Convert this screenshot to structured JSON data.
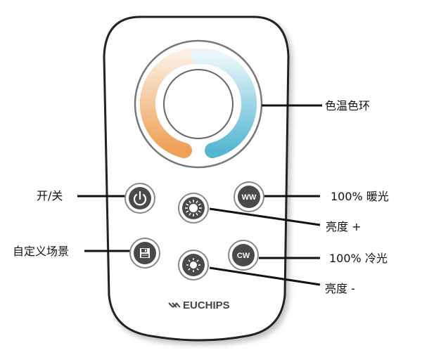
{
  "labels": {
    "color_ring": "色温色环",
    "power": "开/关",
    "warm": "100% 暖光",
    "brightness_up": "亮度 +",
    "custom_scene": "自定义场景",
    "cool": "100% 冷光",
    "brightness_down": "亮度 -"
  },
  "buttons": {
    "ww": "WW",
    "cw": "CW"
  },
  "brand": "EUCHIPS",
  "colors": {
    "warm": "#eea055",
    "cool": "#55b6d2",
    "button": "#4a4a4a"
  }
}
